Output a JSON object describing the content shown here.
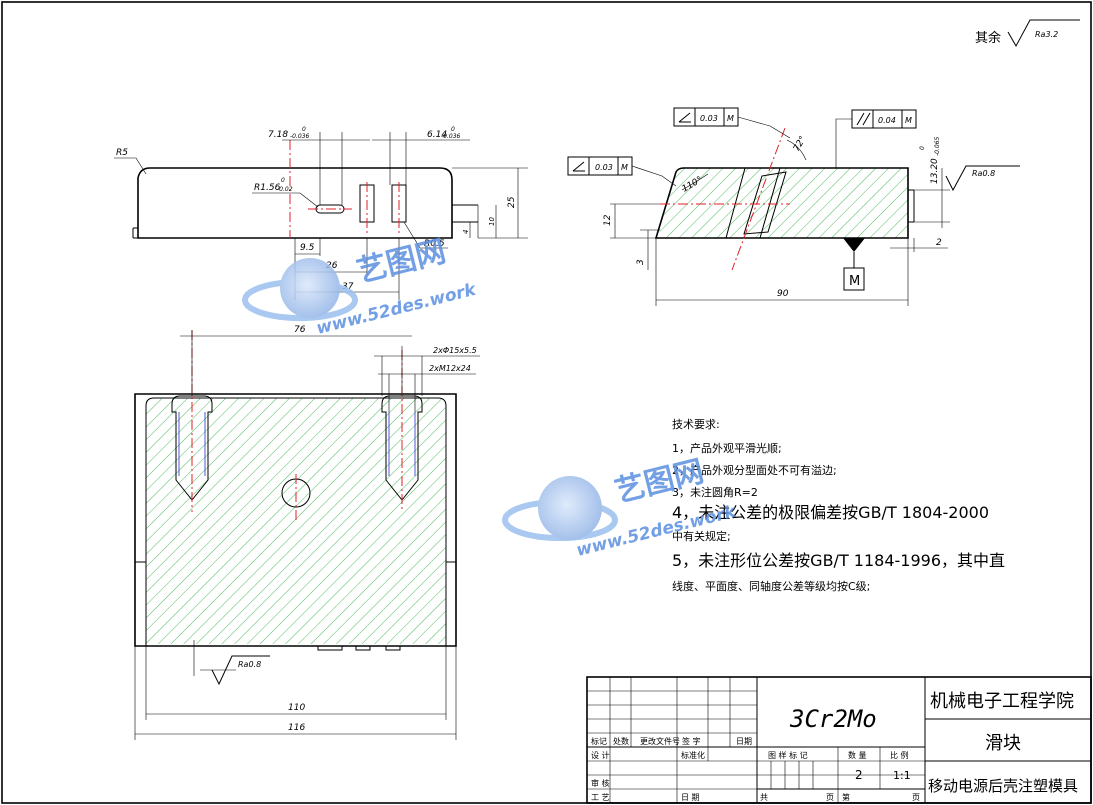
{
  "drawing": {
    "surface_finish_note": {
      "label": "其余",
      "ra": "Ra3.2"
    },
    "front_view": {
      "labels": {
        "r5": "R5",
        "w1": "7.18",
        "w1_tol_top": "0",
        "w1_tol_bot": "-0.036",
        "w2": "6.14",
        "w2_tol_top": "0",
        "w2_tol_bot": "-0.036",
        "r156": "R1.56",
        "r156_tol_top": "0",
        "r156_tol_bot": "-0.02",
        "d9_5": "9.5",
        "d26": "26",
        "d37": "37",
        "r05": "R0.5",
        "d25": "25",
        "d4": "4",
        "d10": "10"
      }
    },
    "side_view": {
      "labels": {
        "fcf1_val": "0.03",
        "fcf1_mod": "M",
        "fcf2_val": "0.03",
        "fcf2_mod": "M",
        "fcf3_val": "0.04",
        "fcf3_mod": "M",
        "ang72": "72°",
        "ang110": "110°",
        "h13": "13.20",
        "h13_tol_top": "0",
        "h13_tol_bot": "-0.065",
        "ra08": "Ra0.8",
        "d12": "12",
        "d3": "3",
        "d2": "2",
        "datum": "M",
        "d90": "90"
      }
    },
    "bottom_view": {
      "labels": {
        "d76": "76",
        "holes1": "2xΦ15x5.5",
        "holes2": "2xM12x24",
        "ra08": "Ra0.8",
        "d110": "110",
        "d116": "116"
      }
    },
    "tech_requirements": {
      "title": "技术要求:",
      "lines": [
        "1，产品外观平滑光顺;",
        "2，产品外观分型面处不可有溢边;",
        "3，未注圆角R=2",
        "4，未注公差的极限偏差按GB/T 1804-2000",
        "中有关规定;",
        "5，未注形位公差按GB/T 1184-1996，其中直",
        "线度、平面度、同轴度公差等级均按C级;"
      ]
    },
    "watermark": {
      "brand": "艺图网",
      "url": "www.52des.work"
    },
    "title_block": {
      "material": "3Cr2Mo",
      "school": "机械电子工程学院",
      "part_name": "滑块",
      "project": "移动电源后壳注塑模具",
      "headers": [
        "标记",
        "处数",
        "更改文件号",
        "签 字",
        "日期"
      ],
      "rows": {
        "design": "设  计",
        "standard": "标准化",
        "review": "审  核",
        "process": "工  艺",
        "date": "日  期"
      },
      "stage_labels": {
        "stage": "图 样 标 记",
        "qty": "数 量",
        "scale": "比 例"
      },
      "qty": "2",
      "scale": "1:1",
      "sheet": {
        "total": "共",
        "pages": "页",
        "of": "第",
        "page": "页"
      }
    }
  }
}
